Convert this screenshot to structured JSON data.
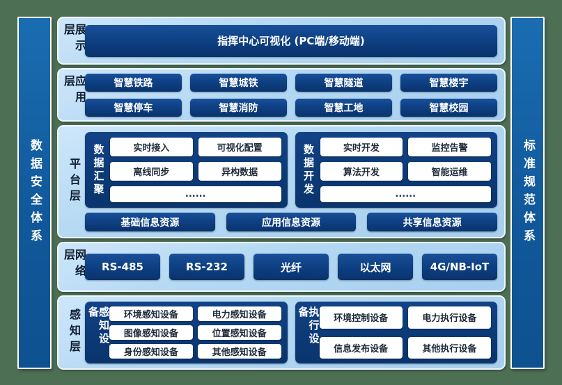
{
  "colors": {
    "background_green": "#4d7055",
    "pillar_blue": "#11599b",
    "panel_light_blue": "#b3d8f3",
    "node_navy": "#0c3a76",
    "node_text": "#ffffff",
    "white_box_text": "#1f2b3a"
  },
  "pillars": {
    "left": "数据安全体系",
    "right": "标准规范体系"
  },
  "layers": {
    "display": {
      "label": "展示层",
      "main_node": "指挥中心可视化 (PC端/移动端)"
    },
    "application": {
      "label": "应用层",
      "items": [
        "智慧铁路",
        "智慧城铁",
        "智慧隧道",
        "智慧楼宇",
        "智慧停车",
        "智慧消防",
        "智慧工地",
        "智慧校园"
      ]
    },
    "platform": {
      "label": "平台层",
      "groups": [
        {
          "label": "数据汇聚",
          "items": [
            "实时接入",
            "可视化配置",
            "离线同步",
            "异构数据"
          ],
          "more": "......"
        },
        {
          "label": "数据开发",
          "items": [
            "实时开发",
            "监控告警",
            "算法开发",
            "智能运维"
          ],
          "more": "......"
        }
      ],
      "resources": [
        "基础信息资源",
        "应用信息资源",
        "共享信息资源"
      ]
    },
    "network": {
      "label": "网络层",
      "items": [
        "RS-485",
        "RS-232",
        "光纤",
        "以太网",
        "4G/NB-IoT"
      ]
    },
    "perception": {
      "label": "感知层",
      "groups": [
        {
          "label": "感知设备",
          "items": [
            "环境感知设备",
            "电力感知设备",
            "图像感知设备",
            "位置感知设备",
            "身份感知设备",
            "其他感知设备"
          ]
        },
        {
          "label": "执行设备",
          "items": [
            "环境控制设备",
            "电力执行设备",
            "信息发布设备",
            "其他执行设备"
          ]
        }
      ]
    }
  }
}
